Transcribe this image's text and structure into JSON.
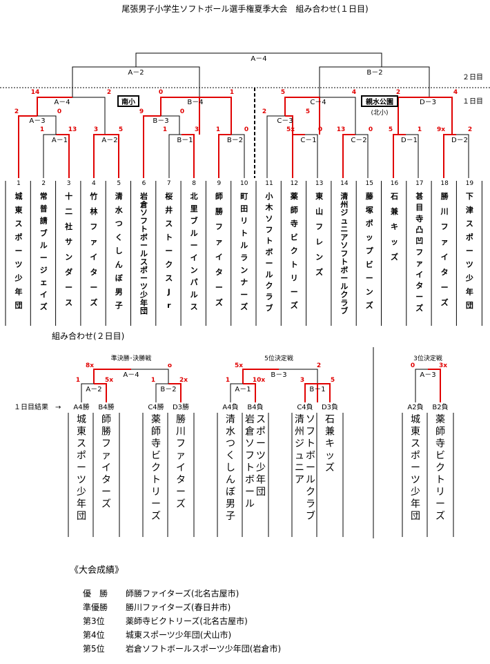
{
  "title": "尾張男子小学生ソフトボール選手権夏季大会　組み合わせ(１日目)",
  "day1": {
    "round_labels": {
      "day2": "２日目",
      "day1": "１日目"
    },
    "venues": [
      "南小",
      "親水公園",
      "(北小)"
    ],
    "teams": [
      {
        "no": "1",
        "name": "城東スポーツ少年団"
      },
      {
        "no": "2",
        "name": "常普請ブルージェイズ"
      },
      {
        "no": "3",
        "name": "十二社サンダース"
      },
      {
        "no": "4",
        "name": "竹林ファイターズ"
      },
      {
        "no": "5",
        "name": "清水つくしんぼ男子"
      },
      {
        "no": "6",
        "name": "岩倉ソフトボールスポーツ少年団"
      },
      {
        "no": "7",
        "name": "桜井ストークスJr"
      },
      {
        "no": "8",
        "name": "北里ブルーインパルス"
      },
      {
        "no": "9",
        "name": "師勝ファイターズ"
      },
      {
        "no": "10",
        "name": "町田リトルランナーズ"
      },
      {
        "no": "11",
        "name": "小木ソフトボールクラブ"
      },
      {
        "no": "12",
        "name": "薬師寺ビクトリーズ"
      },
      {
        "no": "13",
        "name": "東山フレンズ"
      },
      {
        "no": "14",
        "name": "清州ジュニアソフトボールクラブ"
      },
      {
        "no": "15",
        "name": "藤塚ポップビーンズ"
      },
      {
        "no": "16",
        "name": "石兼キッズ"
      },
      {
        "no": "17",
        "name": "甚目寺凸凹ファイターズ"
      },
      {
        "no": "18",
        "name": "勝川ファイターズ"
      },
      {
        "no": "19",
        "name": "下津スポーツ少年団"
      }
    ],
    "match_labels": [
      "A－4",
      "A－2",
      "B－2",
      "A－4",
      "B－4",
      "C－4",
      "D－3",
      "A－3",
      "B－3",
      "C－3",
      "A－1",
      "A－2",
      "B－1",
      "B－2",
      "C－1",
      "C－2",
      "D－1",
      "D－2"
    ],
    "scores": [
      "14",
      "2",
      "0",
      "1",
      "5",
      "4",
      "2",
      "4",
      "2",
      "0",
      "9",
      "0",
      "2",
      "5",
      "1",
      "13",
      "3",
      "5",
      "1",
      "3",
      "1",
      "0",
      "5x",
      "0",
      "13",
      "0",
      "5",
      "1",
      "9x",
      "2"
    ]
  },
  "day2": {
    "heading": "組み合わせ(２日目)",
    "section_titles": [
      "準決勝･決勝戦",
      "5位決定戦",
      "3位決定戦"
    ],
    "match_labels": [
      "A－4",
      "A－2",
      "B－2",
      "B－3",
      "A－1",
      "B－1",
      "A－3"
    ],
    "scores": [
      "8x",
      "o",
      "1",
      "5x",
      "1",
      "2x",
      "5x",
      "2",
      "1",
      "10x",
      "3",
      "5",
      "0",
      "3x"
    ],
    "result_prefix": "１日目結果　→",
    "slots": [
      {
        "label": "A4勝",
        "name": "城東スポーツ少年団"
      },
      {
        "label": "B4勝",
        "name": "師勝ファイターズ"
      },
      {
        "label": "C4勝",
        "name": "薬師寺ビクトリーズ"
      },
      {
        "label": "D3勝",
        "name": "勝川ファイターズ"
      },
      {
        "label": "A4負",
        "name": "清水つくしんぼ男子"
      },
      {
        "label": "B4負",
        "name": "岩倉ソフトボール|スポーツ少年団"
      },
      {
        "label": "C4負",
        "name": "清州ジュニア|ソフトボールクラブ"
      },
      {
        "label": "D3負",
        "name": "石兼キッズ"
      },
      {
        "label": "A2負",
        "name": "城東スポーツ少年団"
      },
      {
        "label": "B2負",
        "name": "薬師寺ビクトリーズ"
      }
    ]
  },
  "results": {
    "heading": "《大会成績》",
    "rows": [
      {
        "rank": "優　勝",
        "team": "師勝ファイターズ(北名古屋市)"
      },
      {
        "rank": "準優勝",
        "team": "勝川ファイターズ(春日井市)"
      },
      {
        "rank": "第3位",
        "team": "薬師寺ビクトリーズ(北名古屋市)"
      },
      {
        "rank": "第4位",
        "team": "城東スポーツ少年団(犬山市)"
      },
      {
        "rank": "第5位",
        "team": "岩倉ソフトボールスポーツ少年団(岩倉市)"
      }
    ]
  },
  "colors": {
    "win": "#e00000",
    "line": "#000000",
    "text": "#000000"
  }
}
